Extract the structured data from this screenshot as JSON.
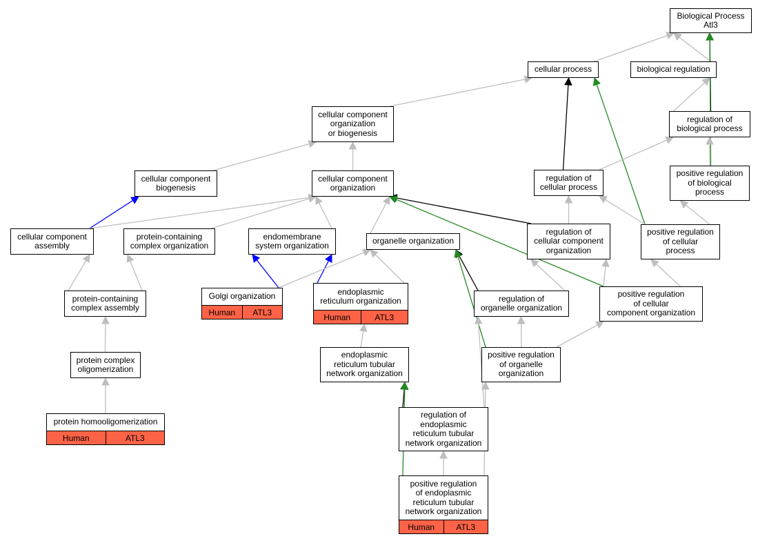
{
  "colors": {
    "gray": "#bebebe",
    "black": "#000000",
    "blue": "#0000ff",
    "green": "#228b22",
    "annotation": "#ff6347"
  },
  "nodes": {
    "bp": {
      "label": "Biological Process\nAtl3"
    },
    "cp": {
      "label": "cellular process"
    },
    "br": {
      "label": "biological regulation"
    },
    "ccob": {
      "label": "cellular component\norganization\nor biogenesis"
    },
    "robp": {
      "label": "regulation of\nbiological process"
    },
    "ccb": {
      "label": "cellular component\nbiogenesis"
    },
    "cco": {
      "label": "cellular component\norganization"
    },
    "rcp": {
      "label": "regulation of\ncellular process"
    },
    "prbp": {
      "label": "positive regulation\nof biological\nprocess"
    },
    "cca": {
      "label": "cellular component\nassembly"
    },
    "pcco": {
      "label": "protein-containing\ncomplex organization"
    },
    "emso": {
      "label": "endomembrane\nsystem organization"
    },
    "oo": {
      "label": "organelle organization"
    },
    "rcco": {
      "label": "regulation of\ncellular component\norganization"
    },
    "prcp": {
      "label": "positive regulation\nof cellular\nprocess"
    },
    "go": {
      "label": "Golgi organization",
      "annotations": [
        "Human",
        "ATL3"
      ]
    },
    "ero": {
      "label": "endoplasmic\nreticulum organization",
      "annotations": [
        "Human",
        "ATL3"
      ]
    },
    "pcca": {
      "label": "protein-containing\ncomplex assembly"
    },
    "roo": {
      "label": "regulation of\norganelle organization"
    },
    "prcco": {
      "label": "positive regulation\nof cellular\ncomponent organization"
    },
    "pco": {
      "label": "protein complex\noligomerization"
    },
    "ertno": {
      "label": "endoplasmic\nreticulum tubular\nnetwork organization"
    },
    "proo": {
      "label": "positive regulation\nof organelle\norganization"
    },
    "rertno": {
      "label": "regulation of\nendoplasmic\nreticulum tubular\nnetwork organization"
    },
    "pho": {
      "label": "protein homooligomerization",
      "annotations": [
        "Human",
        "ATL3"
      ]
    },
    "prertno": {
      "label": "positive regulation\nof endoplasmic\nreticulum tubular\nnetwork organization",
      "annotations": [
        "Human",
        "ATL3"
      ]
    }
  },
  "edges": [
    {
      "from": "cp",
      "to": "bp",
      "color": "gray"
    },
    {
      "from": "br",
      "to": "bp",
      "color": "gray"
    },
    {
      "from": "robp",
      "to": "bp",
      "color": "black"
    },
    {
      "from": "prbp",
      "to": "bp",
      "color": "green"
    },
    {
      "from": "ccob",
      "to": "cp",
      "color": "gray"
    },
    {
      "from": "robp",
      "to": "br",
      "color": "gray"
    },
    {
      "from": "rcp",
      "to": "cp",
      "color": "black"
    },
    {
      "from": "prcp",
      "to": "cp",
      "color": "green"
    },
    {
      "from": "rcp",
      "to": "robp",
      "color": "gray"
    },
    {
      "from": "prbp",
      "to": "robp",
      "color": "gray"
    },
    {
      "from": "ccb",
      "to": "ccob",
      "color": "gray"
    },
    {
      "from": "cco",
      "to": "ccob",
      "color": "gray"
    },
    {
      "from": "cca",
      "to": "ccb",
      "color": "blue"
    },
    {
      "from": "cca",
      "to": "cco",
      "color": "gray"
    },
    {
      "from": "pcco",
      "to": "cco",
      "color": "gray"
    },
    {
      "from": "emso",
      "to": "cco",
      "color": "gray"
    },
    {
      "from": "oo",
      "to": "cco",
      "color": "gray"
    },
    {
      "from": "rcco",
      "to": "cco",
      "color": "black"
    },
    {
      "from": "prcco",
      "to": "cco",
      "color": "green"
    },
    {
      "from": "rcco",
      "to": "rcp",
      "color": "gray"
    },
    {
      "from": "prcp",
      "to": "rcp",
      "color": "gray"
    },
    {
      "from": "prcp",
      "to": "prbp",
      "color": "gray"
    },
    {
      "from": "go",
      "to": "emso",
      "color": "blue"
    },
    {
      "from": "ero",
      "to": "emso",
      "color": "blue"
    },
    {
      "from": "go",
      "to": "oo",
      "color": "gray"
    },
    {
      "from": "ero",
      "to": "oo",
      "color": "gray"
    },
    {
      "from": "roo",
      "to": "oo",
      "color": "black"
    },
    {
      "from": "proo",
      "to": "oo",
      "color": "green"
    },
    {
      "from": "roo",
      "to": "rcco",
      "color": "gray"
    },
    {
      "from": "prcco",
      "to": "rcco",
      "color": "gray"
    },
    {
      "from": "prcco",
      "to": "prcp",
      "color": "gray"
    },
    {
      "from": "pcca",
      "to": "cca",
      "color": "gray"
    },
    {
      "from": "pcca",
      "to": "pcco",
      "color": "gray"
    },
    {
      "from": "pco",
      "to": "pcca",
      "color": "gray"
    },
    {
      "from": "pho",
      "to": "pco",
      "color": "gray"
    },
    {
      "from": "ertno",
      "to": "ero",
      "color": "gray"
    },
    {
      "from": "proo",
      "to": "roo",
      "color": "gray"
    },
    {
      "from": "proo",
      "to": "prcco",
      "color": "gray"
    },
    {
      "from": "rertno",
      "to": "ertno",
      "color": "black"
    },
    {
      "from": "rertno",
      "to": "roo",
      "color": "gray"
    },
    {
      "from": "prertno",
      "to": "ertno",
      "color": "green"
    },
    {
      "from": "prertno",
      "to": "rertno",
      "color": "gray"
    },
    {
      "from": "prertno",
      "to": "proo",
      "color": "gray"
    }
  ]
}
